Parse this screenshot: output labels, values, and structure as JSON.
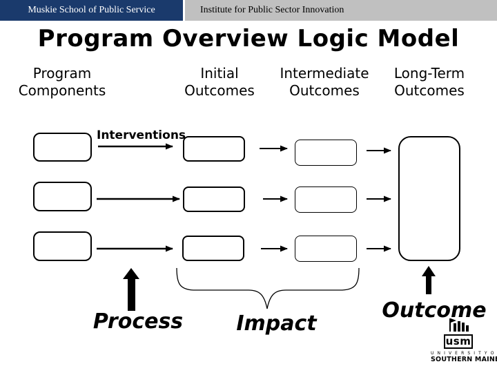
{
  "header": {
    "left_text": "Muskie School of Public Service",
    "right_text": "Institute for Public Sector Innovation",
    "left_bg_color": "#1a3a6c",
    "right_bg_color": "#c0c0c0"
  },
  "title": "Program Overview Logic Model",
  "columns": [
    {
      "id": "program-components",
      "label": "Program\nComponents"
    },
    {
      "id": "initial-outcomes",
      "label": "Initial\nOutcomes"
    },
    {
      "id": "intermediate-outcomes",
      "label": "Intermediate\nOutcomes"
    },
    {
      "id": "long-term-outcomes",
      "label": "Long-Term\nOutcomes"
    }
  ],
  "diagram": {
    "interventions_label": "Interventions",
    "process_label": "Process",
    "impact_label": "Impact",
    "outcome_label": "Outcome",
    "rows": 3,
    "empty_boxes_per_row": 3,
    "long_term_box_count": 1,
    "line_color": "#000000",
    "box_fill": "#ffffff"
  },
  "logo": {
    "acronym": "usm",
    "line1": "U N I V E R S I T Y   O F",
    "line2": "SOUTHERN MAINE"
  }
}
